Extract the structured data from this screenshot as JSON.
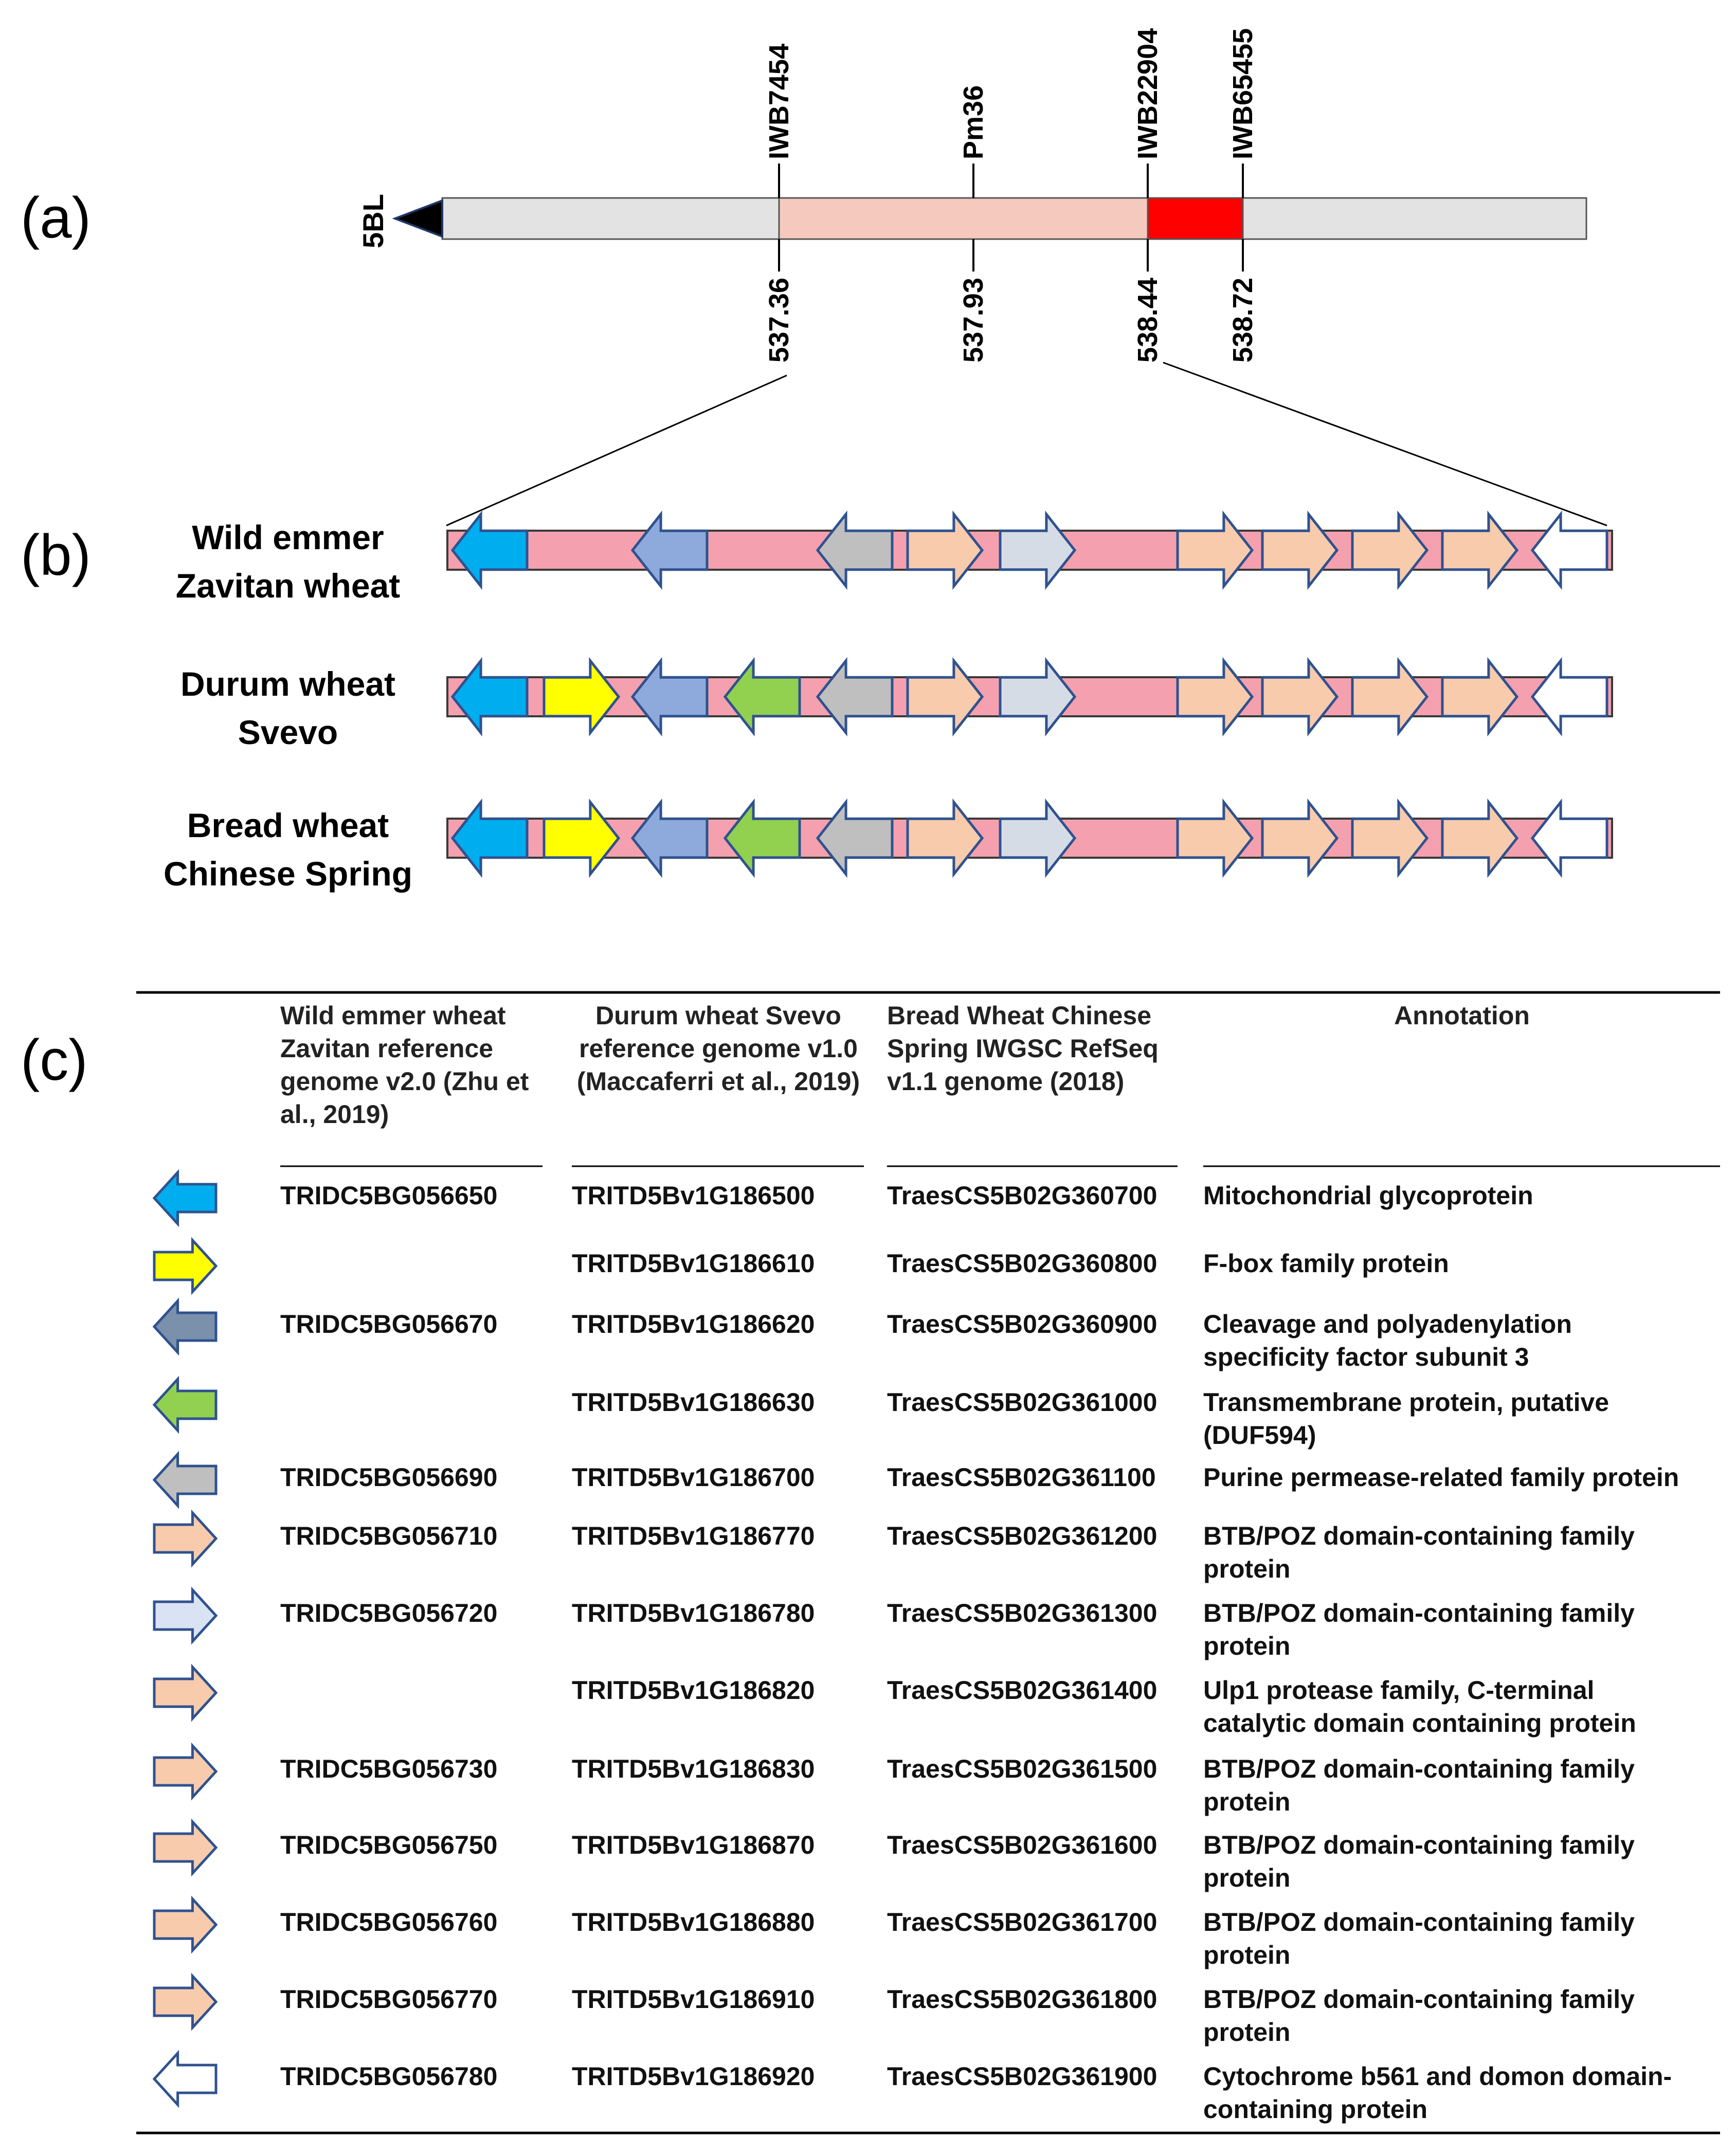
{
  "panel_labels": {
    "a": "(a)",
    "b": "(b)",
    "c": "(c)"
  },
  "chromosome": {
    "label": "5BL",
    "markers_top": [
      "IWB7454",
      "Pm36",
      "IWB22904",
      "IWB65455"
    ],
    "positions_bottom": [
      "537.36",
      "537.93",
      "538.44",
      "538.72"
    ],
    "colors": {
      "body": "#e3e3e3",
      "interval": "#f6c9bf",
      "core": "#ff0000"
    }
  },
  "gene_colors": {
    "A": "#00aeef",
    "B": "#ffff00",
    "C": "#8ea9db",
    "D": "#92d050",
    "E": "#bfbfbf",
    "F": "#f8cbad",
    "G": "#d6dce5",
    "H": "#ffffff",
    "C_legend": "#7a90ab",
    "G_legend": "#dae3f3",
    "bar": "#f4a0ae"
  },
  "genomes": [
    {
      "line1": "Wild emmer",
      "line2": "Zavitan wheat",
      "arrows": [
        {
          "c": "A",
          "dir": "L"
        },
        {
          "c": "C",
          "dir": "L"
        },
        {
          "c": "E",
          "dir": "L"
        },
        {
          "c": "F",
          "dir": "R"
        },
        {
          "c": "G",
          "dir": "R"
        },
        {
          "c": "F",
          "dir": "R"
        },
        {
          "c": "F",
          "dir": "R"
        },
        {
          "c": "F",
          "dir": "R"
        },
        {
          "c": "F",
          "dir": "R"
        },
        {
          "c": "H",
          "dir": "L"
        }
      ]
    },
    {
      "line1": "Durum wheat",
      "line2": "Svevo",
      "arrows": [
        {
          "c": "A",
          "dir": "L"
        },
        {
          "c": "B",
          "dir": "R"
        },
        {
          "c": "C",
          "dir": "L"
        },
        {
          "c": "D",
          "dir": "L"
        },
        {
          "c": "E",
          "dir": "L"
        },
        {
          "c": "F",
          "dir": "R"
        },
        {
          "c": "G",
          "dir": "R"
        },
        {
          "c": "F",
          "dir": "R"
        },
        {
          "c": "F",
          "dir": "R"
        },
        {
          "c": "F",
          "dir": "R"
        },
        {
          "c": "F",
          "dir": "R"
        },
        {
          "c": "H",
          "dir": "L"
        }
      ]
    },
    {
      "line1": "Bread wheat",
      "line2": "Chinese Spring",
      "arrows": [
        {
          "c": "A",
          "dir": "L"
        },
        {
          "c": "B",
          "dir": "R"
        },
        {
          "c": "C",
          "dir": "L"
        },
        {
          "c": "D",
          "dir": "L"
        },
        {
          "c": "E",
          "dir": "L"
        },
        {
          "c": "F",
          "dir": "R"
        },
        {
          "c": "G",
          "dir": "R"
        },
        {
          "c": "F",
          "dir": "R"
        },
        {
          "c": "F",
          "dir": "R"
        },
        {
          "c": "F",
          "dir": "R"
        },
        {
          "c": "F",
          "dir": "R"
        },
        {
          "c": "H",
          "dir": "L"
        }
      ]
    }
  ],
  "table": {
    "headers": [
      [
        "Wild emmer wheat",
        "Zavitan reference",
        "genome  v2.0 (Zhu et",
        "al., 2019)"
      ],
      [
        "Durum wheat  Svevo",
        "reference genome  v1.0",
        "(Maccaferri et al., 2019)"
      ],
      [
        "Bread Wheat Chinese",
        "Spring IWGSC RefSeq",
        "v1.1 genome  (2018)"
      ],
      [
        "Annotation"
      ]
    ],
    "rows": [
      {
        "icon": "A",
        "dir": "L",
        "zavitan": "TRIDC5BG056650",
        "svevo": "TRITD5Bv1G186500",
        "cs": "TraesCS5B02G360700",
        "annotation": [
          "Mitochondrial glycoprotein"
        ]
      },
      {
        "icon": "B",
        "dir": "R",
        "zavitan": "",
        "svevo": "TRITD5Bv1G186610",
        "cs": "TraesCS5B02G360800",
        "annotation": [
          "F-box family protein"
        ]
      },
      {
        "icon": "C_legend",
        "dir": "L",
        "zavitan": "TRIDC5BG056670",
        "svevo": "TRITD5Bv1G186620",
        "cs": "TraesCS5B02G360900",
        "annotation": [
          "Cleavage and polyadenylation",
          "specificity factor subunit 3"
        ]
      },
      {
        "icon": "D",
        "dir": "L",
        "zavitan": "",
        "svevo": "TRITD5Bv1G186630",
        "cs": "TraesCS5B02G361000",
        "annotation": [
          "Transmembrane protein, putative",
          "(DUF594)"
        ]
      },
      {
        "icon": "E",
        "dir": "L",
        "zavitan": "TRIDC5BG056690",
        "svevo": "TRITD5Bv1G186700",
        "cs": "TraesCS5B02G361100",
        "annotation": [
          "Purine permease-related family protein"
        ]
      },
      {
        "icon": "F",
        "dir": "R",
        "zavitan": "TRIDC5BG056710",
        "svevo": "TRITD5Bv1G186770",
        "cs": "TraesCS5B02G361200",
        "annotation": [
          "BTB/POZ domain-containing family",
          "protein"
        ]
      },
      {
        "icon": "G_legend",
        "dir": "R",
        "zavitan": "TRIDC5BG056720",
        "svevo": "TRITD5Bv1G186780",
        "cs": "TraesCS5B02G361300",
        "annotation": [
          "BTB/POZ domain-containing family",
          "protein"
        ]
      },
      {
        "icon": "F",
        "dir": "R",
        "zavitan": "",
        "svevo": "TRITD5Bv1G186820",
        "cs": "TraesCS5B02G361400",
        "annotation": [
          "Ulp1 protease family, C-terminal",
          "catalytic domain containing protein"
        ]
      },
      {
        "icon": "F",
        "dir": "R",
        "zavitan": "TRIDC5BG056730",
        "svevo": "TRITD5Bv1G186830",
        "cs": "TraesCS5B02G361500",
        "annotation": [
          "BTB/POZ domain-containing family",
          "protein"
        ]
      },
      {
        "icon": "F",
        "dir": "R",
        "zavitan": "TRIDC5BG056750",
        "svevo": "TRITD5Bv1G186870",
        "cs": "TraesCS5B02G361600",
        "annotation": [
          "BTB/POZ domain-containing family",
          "protein"
        ]
      },
      {
        "icon": "F",
        "dir": "R",
        "zavitan": "TRIDC5BG056760",
        "svevo": "TRITD5Bv1G186880",
        "cs": "TraesCS5B02G361700",
        "annotation": [
          "BTB/POZ domain-containing family",
          "protein"
        ]
      },
      {
        "icon": "F",
        "dir": "R",
        "zavitan": "TRIDC5BG056770",
        "svevo": "TRITD5Bv1G186910",
        "cs": "TraesCS5B02G361800",
        "annotation": [
          "BTB/POZ domain-containing family",
          "protein"
        ]
      },
      {
        "icon": "H",
        "dir": "L",
        "zavitan": "TRIDC5BG056780",
        "svevo": "TRITD5Bv1G186920",
        "cs": "TraesCS5B02G361900",
        "annotation": [
          "Cytochrome b561 and domon domain-",
          "containing protein"
        ]
      }
    ]
  }
}
